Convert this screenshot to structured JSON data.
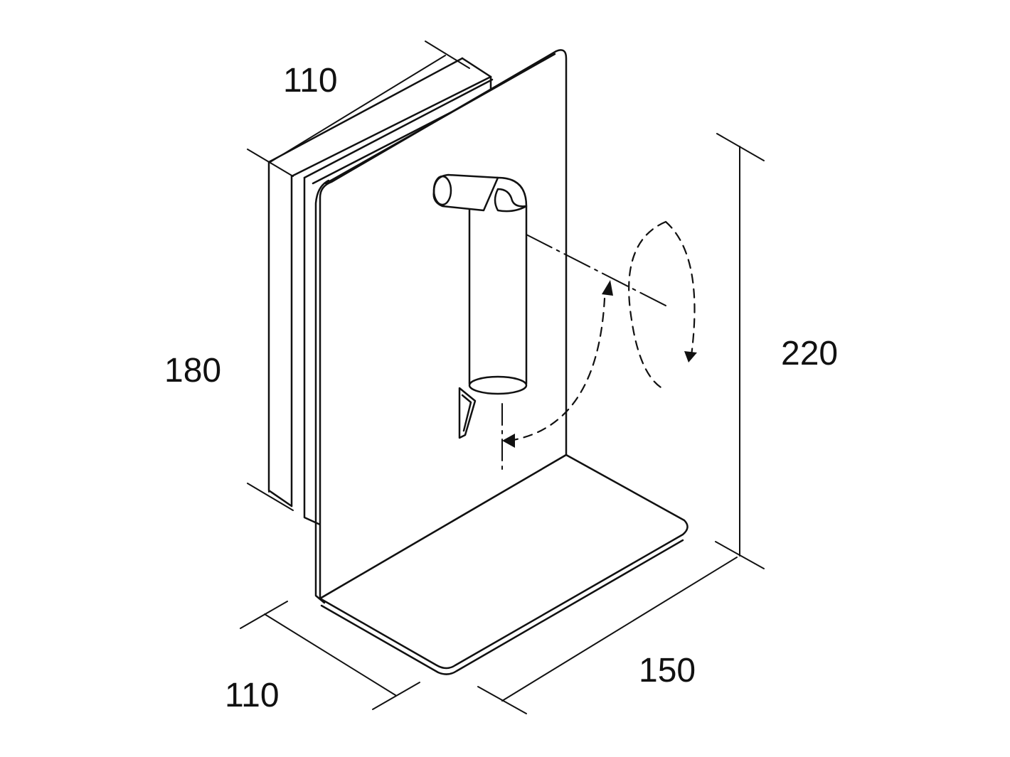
{
  "dimensions": {
    "top_depth": "110",
    "left_height": "180",
    "right_height": "220",
    "bottom_depth": "110",
    "bottom_width": "150"
  },
  "colors": {
    "stroke": "#111111",
    "fill": "#ffffff",
    "label": "#111111"
  }
}
